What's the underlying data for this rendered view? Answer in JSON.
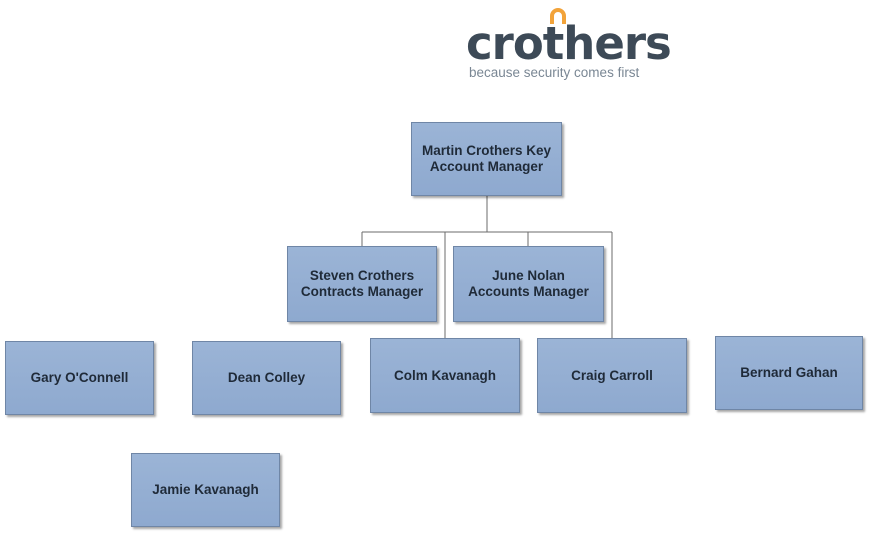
{
  "logo": {
    "wordmark": "crothers",
    "tagline": "because security comes first",
    "accent_color": "#f2a33a",
    "text_color": "#3d4a57",
    "icon": "padlock-icon"
  },
  "org_chart": {
    "root": {
      "label": "Martin Crothers Key Account Manager"
    },
    "managers": [
      {
        "label": "Steven Crothers Contracts Manager"
      },
      {
        "label": "June Nolan Accounts Manager"
      }
    ],
    "staff": [
      {
        "label": "Gary O'Connell"
      },
      {
        "label": "Dean Colley"
      },
      {
        "label": "Colm Kavanagh"
      },
      {
        "label": "Craig Carroll"
      },
      {
        "label": "Bernard Gahan"
      },
      {
        "label": "Jamie Kavanagh"
      }
    ],
    "box_color": "#94aed2",
    "line_color": "#6b6b6b"
  }
}
